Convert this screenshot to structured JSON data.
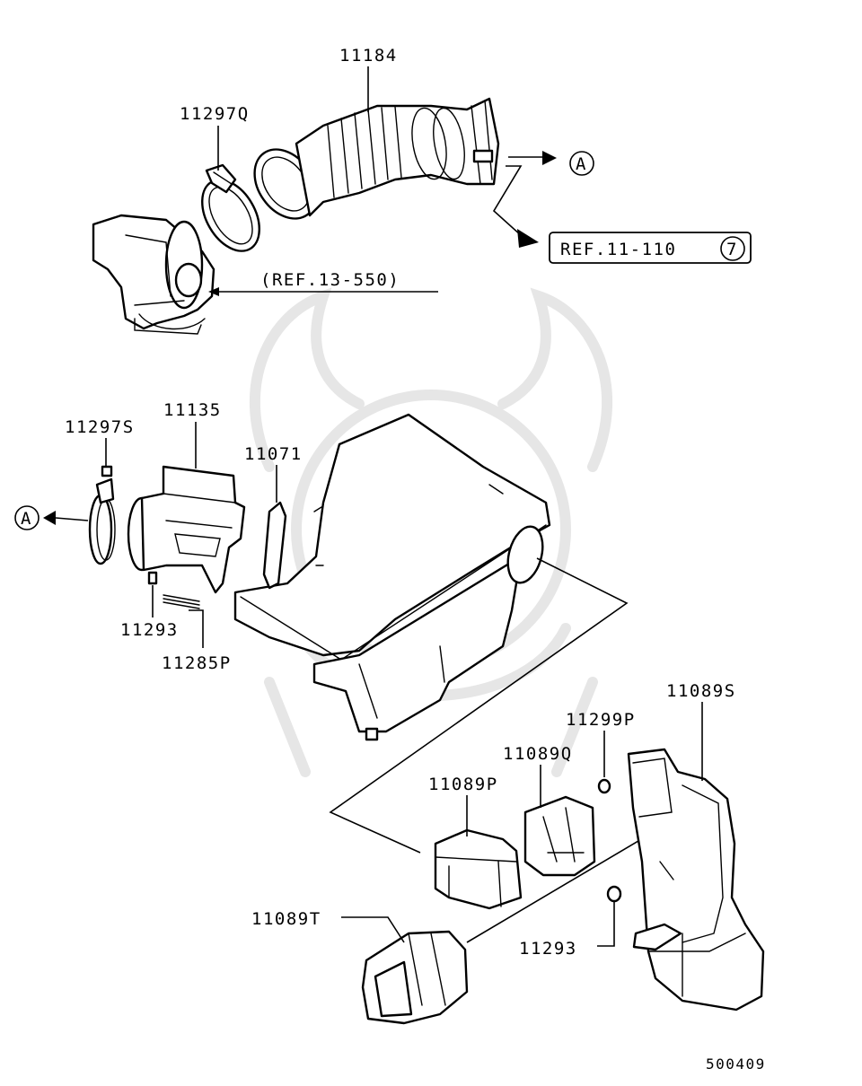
{
  "parts": {
    "p11184": "11184",
    "p11297q": "11297Q",
    "p11297s": "11297S",
    "p11135": "11135",
    "p11071": "11071",
    "p11293_top": "11293",
    "p11285p": "11285P",
    "p11089s": "11089S",
    "p11299p": "11299P",
    "p11089q": "11089Q",
    "p11089p": "11089P",
    "p11089t": "11089T",
    "p11293_bottom": "11293"
  },
  "refs": {
    "ref_13_550": "(REF.13-550)",
    "ref_11_110": "REF.11-110",
    "ref_11_110_circle": "7",
    "connector_a_top": "A",
    "connector_a_left": "A"
  },
  "diagram_id": "500409",
  "colors": {
    "line": "#000000",
    "watermark": "#e6e6e6",
    "background": "#ffffff"
  }
}
